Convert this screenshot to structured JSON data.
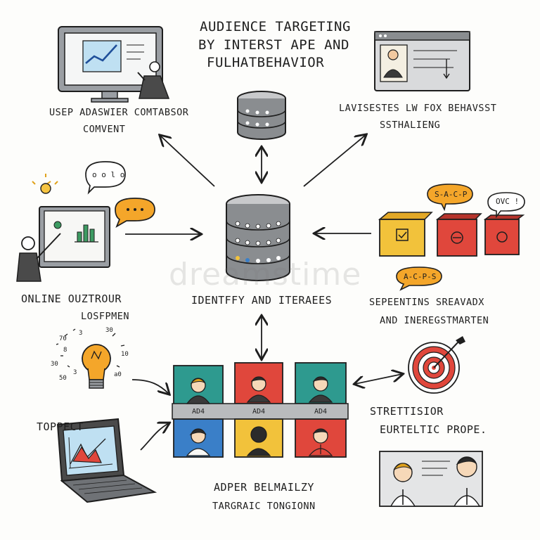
{
  "title": {
    "line1": "AUDIENCE TARGETING",
    "line2": "BY INTERST APE AND",
    "line3": "FULHATBEHAVIOR"
  },
  "labels": {
    "top_left_1": "USEP ADASWIER COMTABSOR",
    "top_left_2": "COMVENT",
    "top_right_1": "LAVISESTES LW FOX BEHAVSST",
    "top_right_2": "SSTHALIENG",
    "mid_left_1": "ONLINE OUZTROUR",
    "mid_left_2": "LOSFPMEN",
    "center": "IDENTFFY AND ITERAEES",
    "mid_right_1": "SEPEENTINS SREAVADX",
    "mid_right_2": "AND INEREGSTMARTEN",
    "laptop": "TOPPECT",
    "bottom_right_1": "STRETTISIOR",
    "bottom_right_2": "EURTELTIC PROPE.",
    "bottom_center_1": "ADPER BELMAILZY",
    "bottom_center_2": "TARGRAIC TONGIONN"
  },
  "bubbles": {
    "left_top": "o o l o",
    "right_top_1": "S-A-C-P",
    "right_top_2": "OVC !",
    "right_bottom": "A-C-P-S"
  },
  "ad_panels": [
    "AD4",
    "AD4",
    "AD4"
  ],
  "watermark": "dreamstime",
  "colors": {
    "teal": "#2e9a8f",
    "red": "#e0473c",
    "blue": "#3a7fc8",
    "yellow": "#f2c23b",
    "orange": "#f4a62a",
    "gray_db": "#8a8d90",
    "ink": "#1e1e1e"
  },
  "icons": [
    "monitor-chart-icon",
    "browser-window-icon",
    "database-icon",
    "presenter-board-icon",
    "speech-bubble-icon",
    "product-box-icon",
    "lightbulb-icon",
    "laptop-chart-icon",
    "target-icon",
    "profile-card-icon",
    "person-avatar-icon"
  ]
}
